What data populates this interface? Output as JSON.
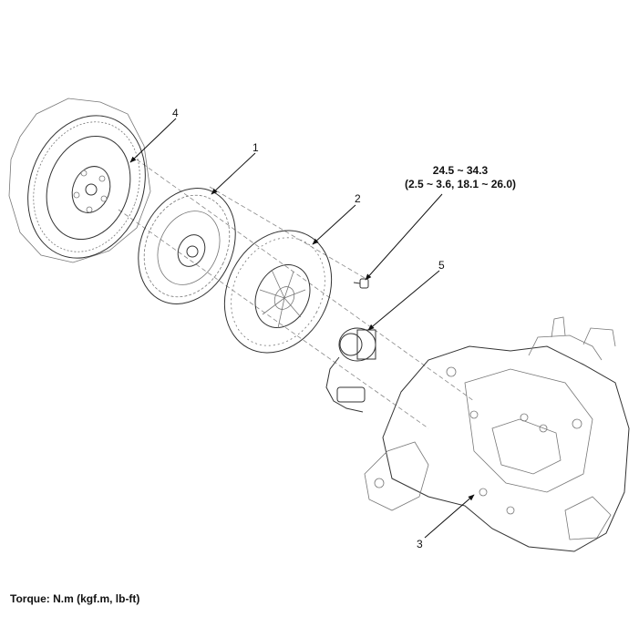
{
  "callouts": {
    "c1": "1",
    "c2": "2",
    "c3": "3",
    "c4": "4",
    "c5": "5"
  },
  "torque": {
    "line1": "24.5 ~ 34.3",
    "line2": "(2.5 ~ 3.6, 18.1 ~ 26.0)"
  },
  "footer": "Torque: N.m (kgf.m, lb-ft)"
}
